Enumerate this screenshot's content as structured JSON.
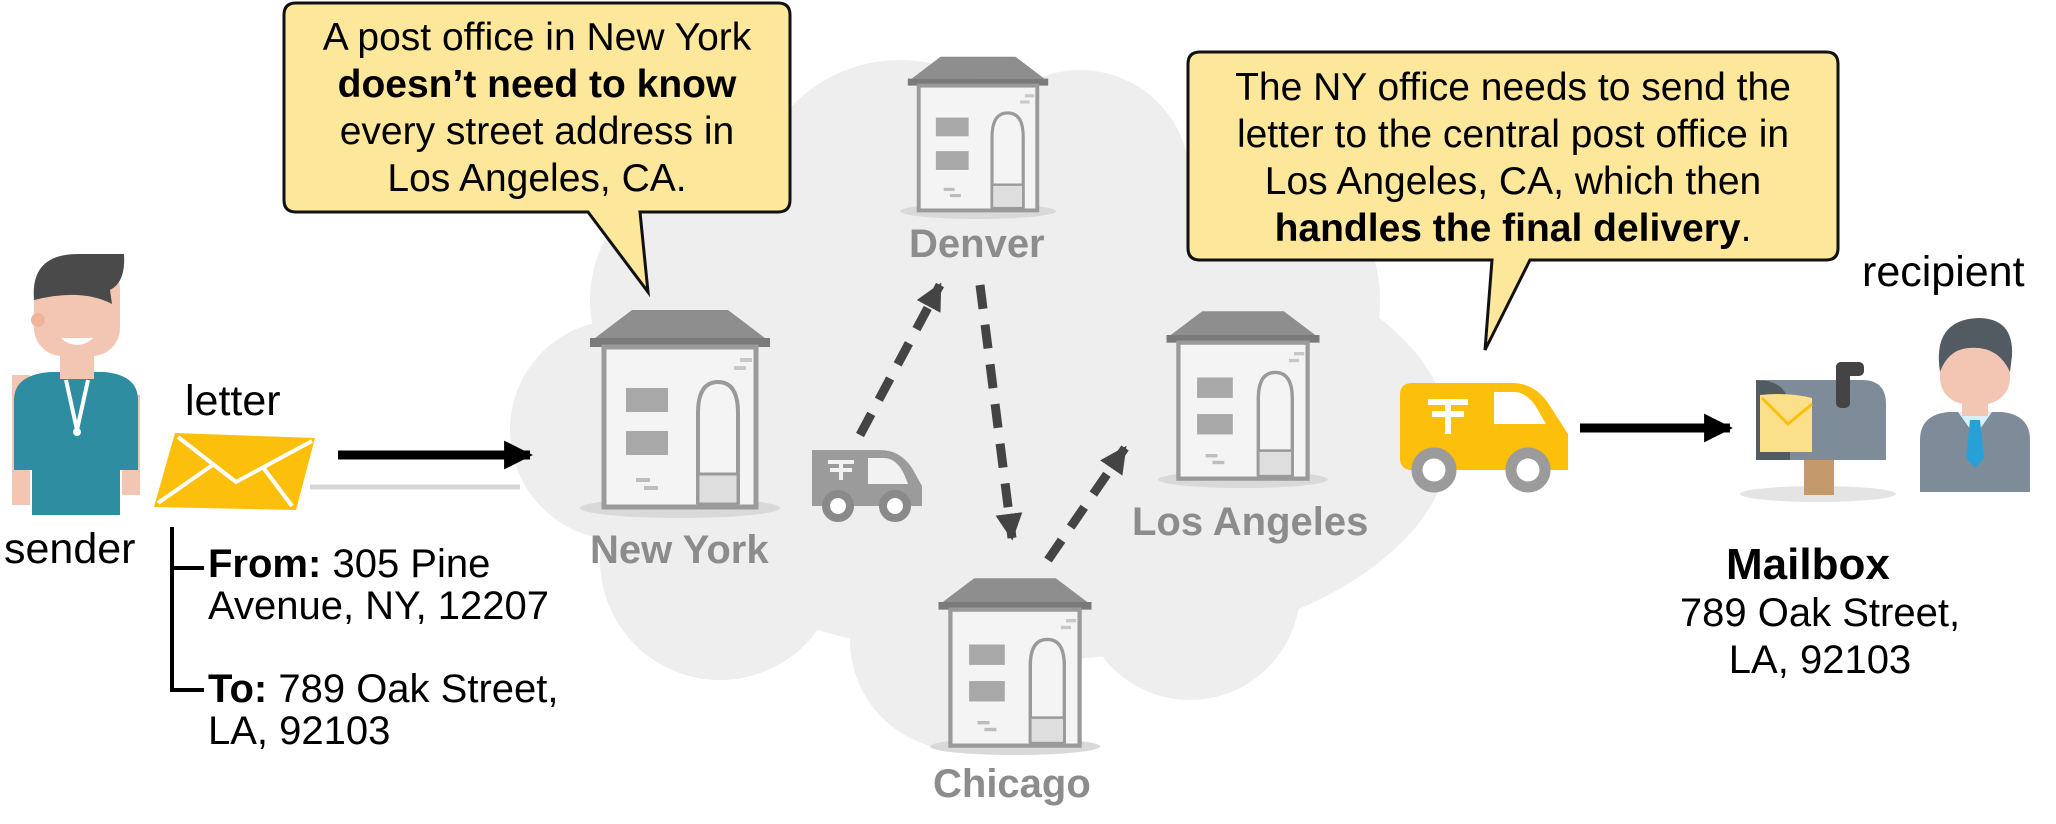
{
  "actors": {
    "sender_label": "sender",
    "recipient_label": "recipient",
    "letter_label": "letter"
  },
  "envelope": {
    "from_label": "From:",
    "from_line1": "305 Pine",
    "from_line2": "Avenue, NY, 12207",
    "to_label": "To:",
    "to_line1": "789 Oak Street,",
    "to_line2": "LA, 92103"
  },
  "callouts": {
    "left": {
      "line1": "A post office in New York",
      "line2_bold": "doesn’t need to know",
      "line3": "every street address in",
      "line4": "Los Angeles, CA."
    },
    "right": {
      "line1": "The NY office needs to send the",
      "line2": "letter to the central post office in",
      "line3": "Los Angeles, CA, which then",
      "line4_bold": "handles the final delivery",
      "line4_end": "."
    }
  },
  "offices": {
    "new_york": "New York",
    "denver": "Denver",
    "chicago": "Chicago",
    "los_angeles": "Los Angeles"
  },
  "mailbox": {
    "title": "Mailbox",
    "line1": "789 Oak Street,",
    "line2": "LA, 92103"
  },
  "colors": {
    "bubble_fill": "#fce79a",
    "mail_yellow": "#fbbf0c",
    "cloud": "#eeeeee",
    "building_gray": "#9a9a9a",
    "arrow_dark": "#444444",
    "sender_shirt": "#2f8da1"
  },
  "icons": [
    "person-icon",
    "envelope-icon",
    "post-office-icon",
    "delivery-van-icon",
    "mailbox-icon",
    "recipient-icon"
  ]
}
